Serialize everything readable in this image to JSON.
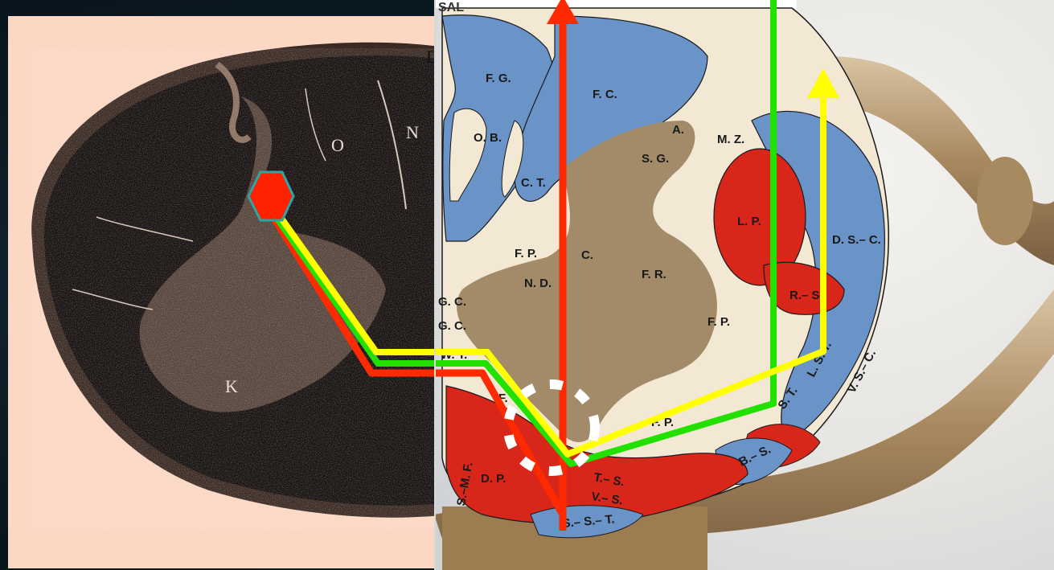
{
  "left_panel": {
    "labels": {
      "O": "O",
      "N": "N",
      "K": "K",
      "D": "D"
    }
  },
  "right_panel": {
    "top_fragment": "SAL",
    "labels": {
      "FG": "F. G.",
      "FC": "F. C.",
      "OB": "O. B.",
      "CT": "C. T.",
      "A": "A.",
      "MZ": "M. Z.",
      "SG": "S. G.",
      "LP": "L. P.",
      "DSC": "D. S.– C.",
      "FP1": "F. P.",
      "C": "C.",
      "ND": "N. D.",
      "FR": "F. R.",
      "RS": "R.– S.",
      "GC1": "G. C.",
      "GC2": "G. C.",
      "FP2": "F. P.",
      "WT": "W. T.",
      "LST": "L. S. T.",
      "VSC": "V. S.– C.",
      "F": "F.",
      "FP3": "F. P.",
      "ST": "S. T.",
      "BS": "B.– S.",
      "SMF": "S.–M. F.",
      "DP": "D. P.",
      "TS": "T.– S.",
      "VS": "V.– S.",
      "SST": "S.– S.– T."
    }
  },
  "colors": {
    "red_path": "#ff2a00",
    "green_path": "#22e000",
    "yellow_path": "#ffff00",
    "hexagon": "#ff2200",
    "hexagon_border": "#2aa6a6",
    "blue_region": "#6a93c8",
    "red_region": "#d8261a",
    "tan_region": "#a38b6a",
    "cream_bg": "#f2e8d4",
    "salmon_bg": "#fcd8c4"
  }
}
